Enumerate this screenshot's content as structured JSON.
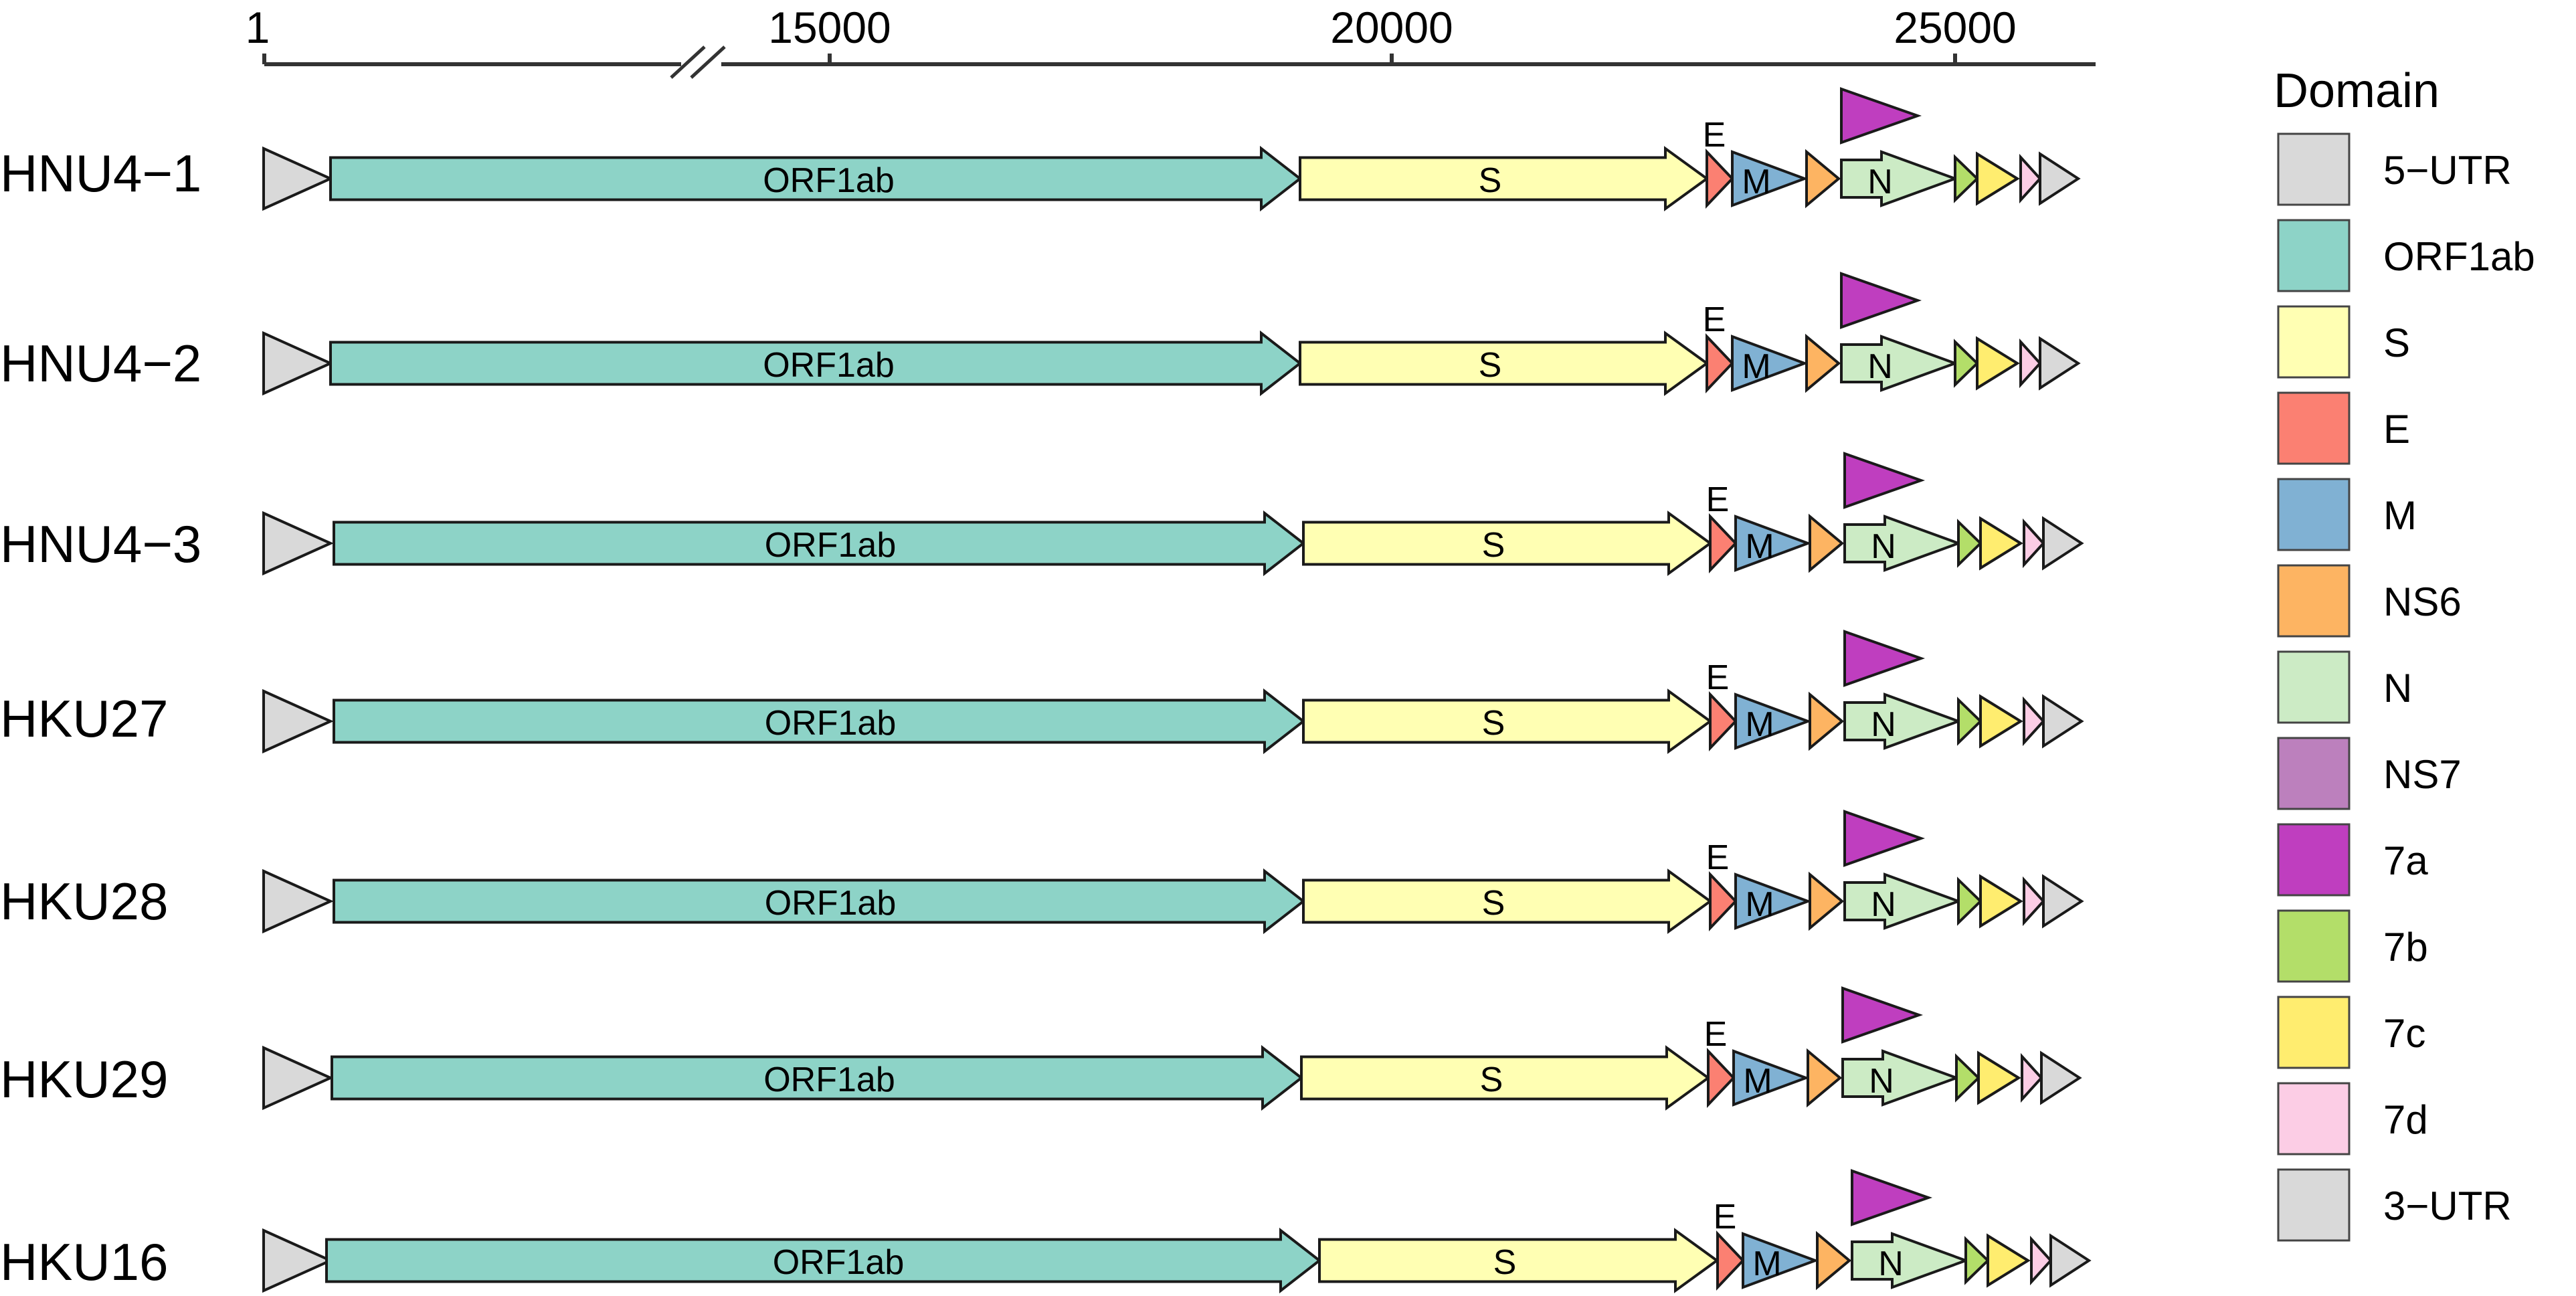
{
  "legend": {
    "title": "Domain",
    "items": [
      {
        "label": "5−UTR",
        "color": "#D9D9D9"
      },
      {
        "label": "ORF1ab",
        "color": "#8DD3C7"
      },
      {
        "label": "S",
        "color": "#FFFFB3"
      },
      {
        "label": "E",
        "color": "#FB8072"
      },
      {
        "label": "M",
        "color": "#80B1D3"
      },
      {
        "label": "NS6",
        "color": "#FDB462"
      },
      {
        "label": "N",
        "color": "#CCEBC5"
      },
      {
        "label": "NS7",
        "color": "#BC80BD"
      },
      {
        "label": "7a",
        "color": "#BF3EBF"
      },
      {
        "label": "7b",
        "color": "#B3DE69"
      },
      {
        "label": "7c",
        "color": "#FFED6F"
      },
      {
        "label": "7d",
        "color": "#FCCDE5"
      },
      {
        "label": "3−UTR",
        "color": "#D9D9D9"
      }
    ]
  },
  "axis": {
    "ticks": [
      "1",
      "15000",
      "20000",
      "25000"
    ],
    "axis_break": true
  },
  "genome_labels": {
    "orf1ab": "ORF1ab",
    "s": "S",
    "e": "E",
    "m": "M",
    "n": "N"
  },
  "genomes": [
    {
      "name": "HNU4−1"
    },
    {
      "name": "HNU4−2"
    },
    {
      "name": "HNU4−3"
    },
    {
      "name": "HKU27"
    },
    {
      "name": "HKU28"
    },
    {
      "name": "HKU29"
    },
    {
      "name": "HKU16"
    }
  ]
}
